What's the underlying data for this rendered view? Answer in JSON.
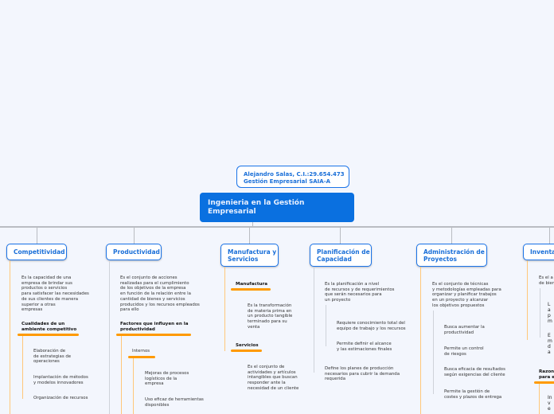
{
  "author": "Alejandro Salas, C.I.:29.654.473\nGestión Empresarial SAIA-A",
  "root": "Ingenieria en la Gestión Empresarial",
  "branches": {
    "competitividad": {
      "title": "Competitividad",
      "desc": "Es la capacidad de una\nempresa de brindar sus\nproductos o servicios\npara satisfacer las necesidades\nde sus clientes de manera\nsuperior a otras\nempresas",
      "sub": "Cualidades de un\nambiente competitivo",
      "items": [
        "Elaboración de\nde estrategias de\noperaciones",
        "Implantación de métodos\ny modelos innovadores",
        "Organización de recursos"
      ]
    },
    "productividad": {
      "title": "Productividad",
      "desc": "Es el conjunto de acciones\nrealizadas para el cumplimiento\nde los objetivos de la empresa\nen función de la relación entre la\ncantidad de bienes y servicios\nproducidos y los recursos empleados\npara ello",
      "sub": "Factores que influyen en la\nproductividad",
      "internos": "Internos",
      "items": [
        "Mejoras de procesos\nlogísticos de la\nempresa",
        "Uso eficaz de herramientas\ndisponibles"
      ]
    },
    "manufactura": {
      "title": "Manufactura y\nServicios",
      "m_title": "Manufactura",
      "m_desc": "Es la transformación\nde materia prima en\nun producto tangible\nterminado para su\nventa",
      "s_title": "Servicios",
      "s_desc": "Es el conjunto de\nactividades y artículos\nintangibles que buscan\nresponder ante la\nnecesidad de un cliente"
    },
    "planificacion": {
      "title": "Planificación de\nCapacidad",
      "desc": "Es la planificación a nivel\nde recursos y de requerimientos\nque serán necesarios para\nun proyecto",
      "items": [
        "Requiere conocimiento total del\nequipo de trabajo y los recursos",
        "Permite definir el alcance\ny las estimaciones finales"
      ],
      "desc2": "Define los planes de producción\nnecesarios para cubrir la demanda\nrequerida"
    },
    "administracion": {
      "title": "Administración de\nProyectos",
      "desc": "Es el conjunto de técnicas\ny metodologías empleadas para\norganizar y planificar trabajos\nen un proyecto y alcanzar\nlos objetivos propuestos",
      "items": [
        "Busca aumentar la\nproductividad",
        "Permite un control\nde riesgos",
        "Busca eficacia de resultados\nsegún exigencias del cliente",
        "Permite la gestión de\ncostes y plazos de entrega"
      ]
    },
    "inventario": {
      "title": "Inventa",
      "desc": "Es el a\nde bien",
      "items": [
        "L\na\np\nm",
        "E\nm\nd\na"
      ],
      "sub": "Razon\npara e",
      "items2": [
        "In\nv\ne"
      ]
    }
  }
}
